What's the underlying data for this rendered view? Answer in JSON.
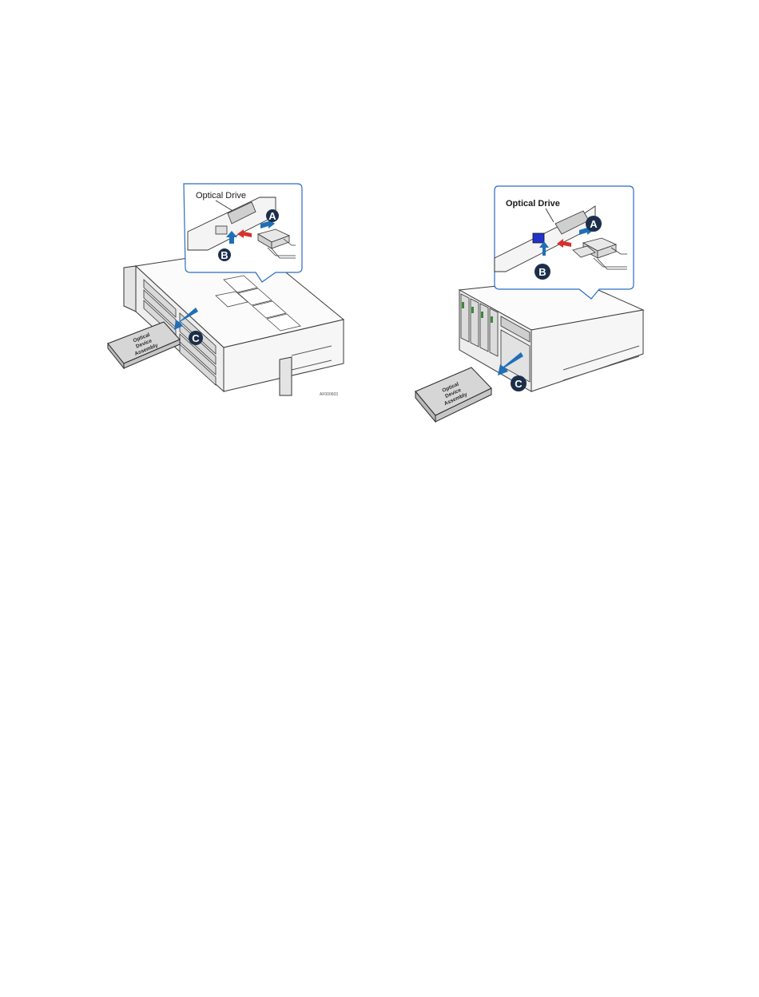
{
  "figures": [
    {
      "callout_label": "Optical Drive",
      "badges": {
        "a": "A",
        "b": "B",
        "c": "C"
      },
      "drive_label": [
        "Optical",
        "Device",
        "Assembly"
      ],
      "figure_code": "AF000603"
    },
    {
      "callout_label": "Optical Drive",
      "badges": {
        "a": "A",
        "b": "B",
        "c": "C"
      },
      "drive_label": [
        "Optical",
        "Device",
        "Assembly"
      ]
    }
  ],
  "colors": {
    "callout_border": "#2b6cc4",
    "badge_fill": "#1c2f4a",
    "arrow_blue": "#1f6fb8",
    "arrow_red": "#d8302a",
    "latch_blue": "#2233cc",
    "line": "#3a3a3a",
    "panel": "#f2f2f2"
  }
}
